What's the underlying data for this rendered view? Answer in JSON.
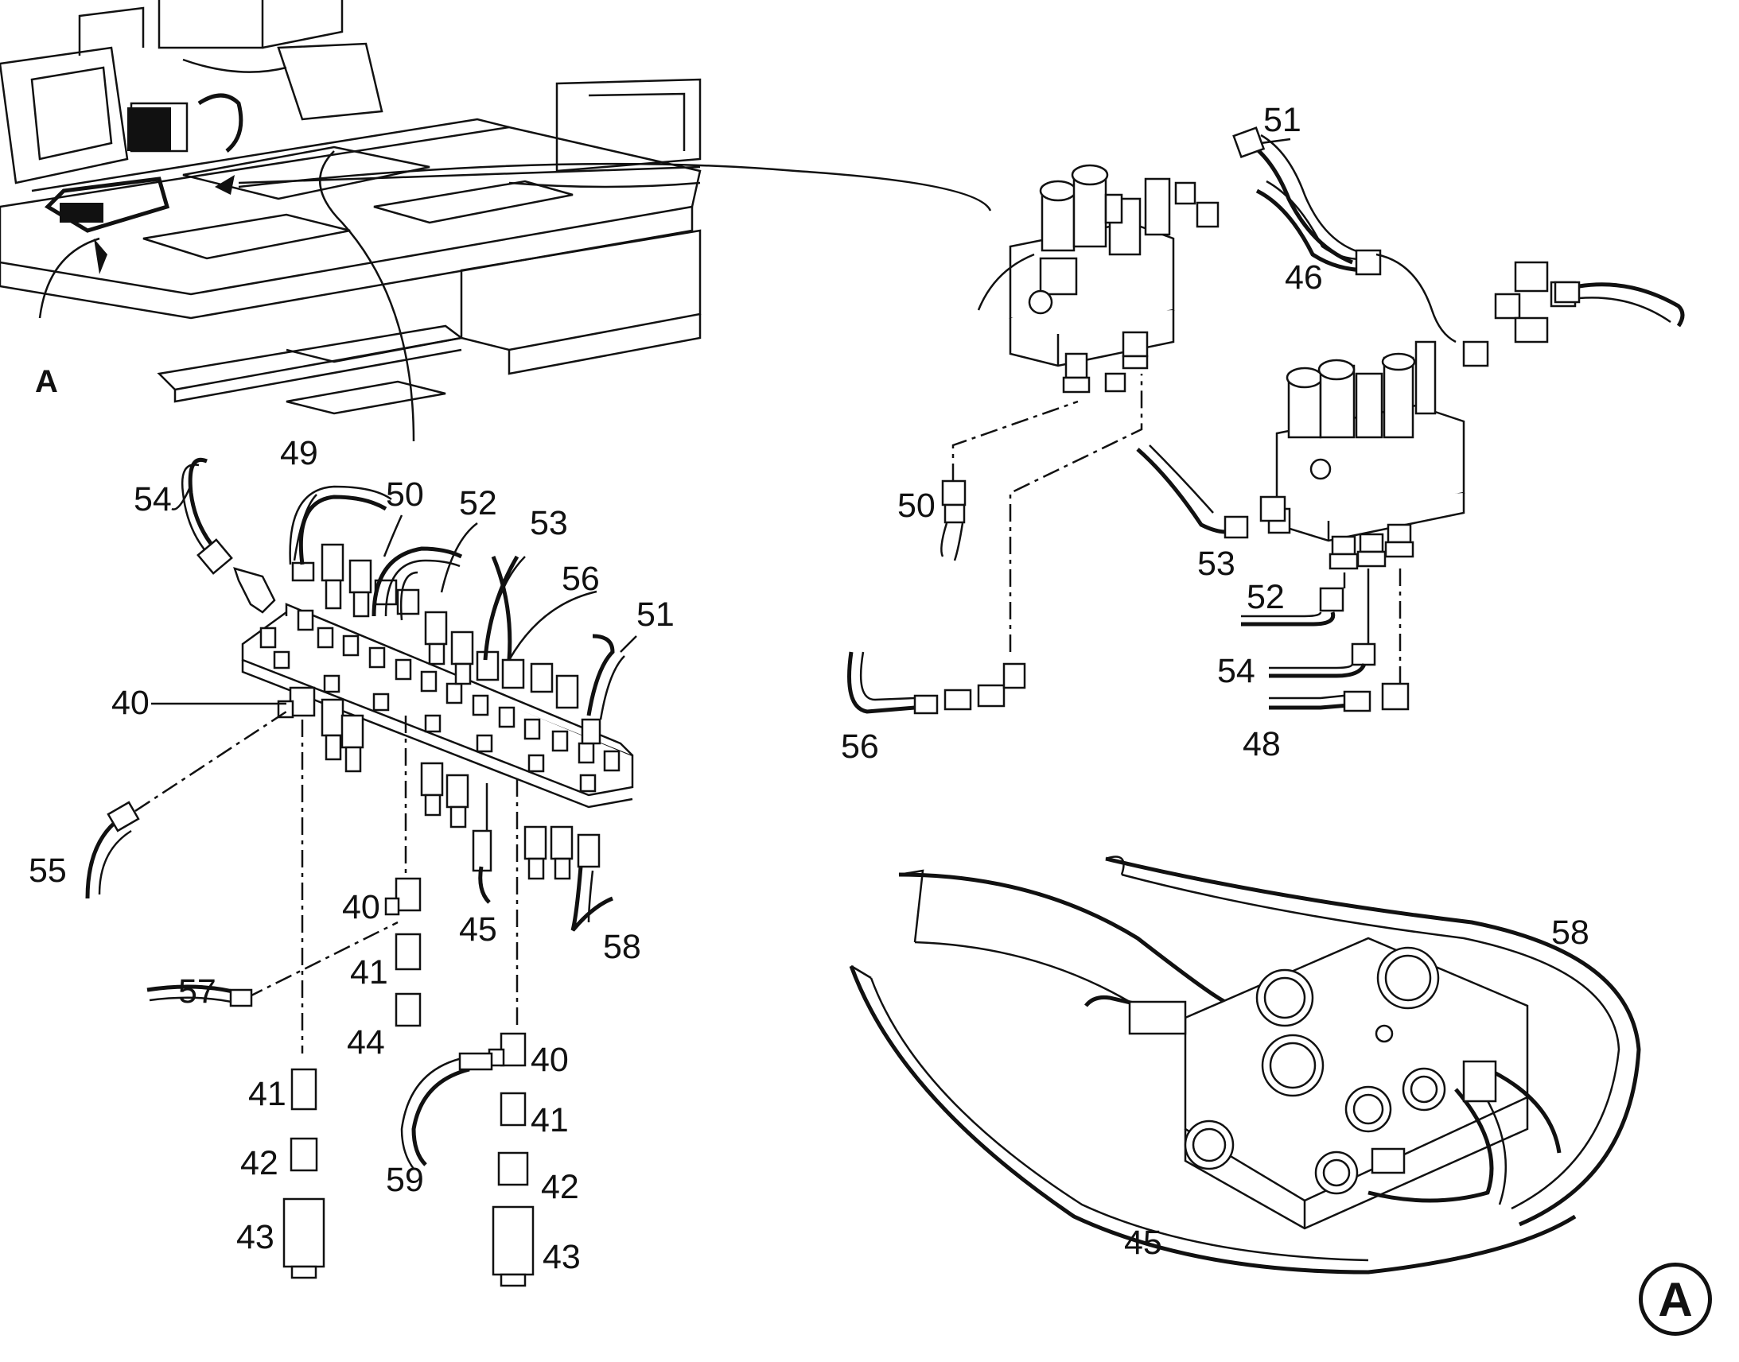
{
  "view_marker": "A",
  "detail_badge": "A",
  "callouts": [
    {
      "id": "c49",
      "label": "49"
    },
    {
      "id": "c54a",
      "label": "54"
    },
    {
      "id": "c50a",
      "label": "50"
    },
    {
      "id": "c52a",
      "label": "52"
    },
    {
      "id": "c53a",
      "label": "53"
    },
    {
      "id": "c56a",
      "label": "56"
    },
    {
      "id": "c51a",
      "label": "51"
    },
    {
      "id": "c40a",
      "label": "40"
    },
    {
      "id": "c55",
      "label": "55"
    },
    {
      "id": "c40b",
      "label": "40"
    },
    {
      "id": "c45a",
      "label": "45"
    },
    {
      "id": "c58a",
      "label": "58"
    },
    {
      "id": "c41a",
      "label": "41"
    },
    {
      "id": "c57",
      "label": "57"
    },
    {
      "id": "c44",
      "label": "44"
    },
    {
      "id": "c40c",
      "label": "40"
    },
    {
      "id": "c41b",
      "label": "41"
    },
    {
      "id": "c41c",
      "label": "41"
    },
    {
      "id": "c59",
      "label": "59"
    },
    {
      "id": "c42a",
      "label": "42"
    },
    {
      "id": "c42b",
      "label": "42"
    },
    {
      "id": "c43a",
      "label": "43"
    },
    {
      "id": "c43b",
      "label": "43"
    },
    {
      "id": "c51b",
      "label": "51"
    },
    {
      "id": "c46",
      "label": "46"
    },
    {
      "id": "c50b",
      "label": "50"
    },
    {
      "id": "c53b",
      "label": "53"
    },
    {
      "id": "c52b",
      "label": "52"
    },
    {
      "id": "c54b",
      "label": "54"
    },
    {
      "id": "c56b",
      "label": "56"
    },
    {
      "id": "c48",
      "label": "48"
    },
    {
      "id": "c58b",
      "label": "58"
    },
    {
      "id": "c45b",
      "label": "45"
    }
  ]
}
